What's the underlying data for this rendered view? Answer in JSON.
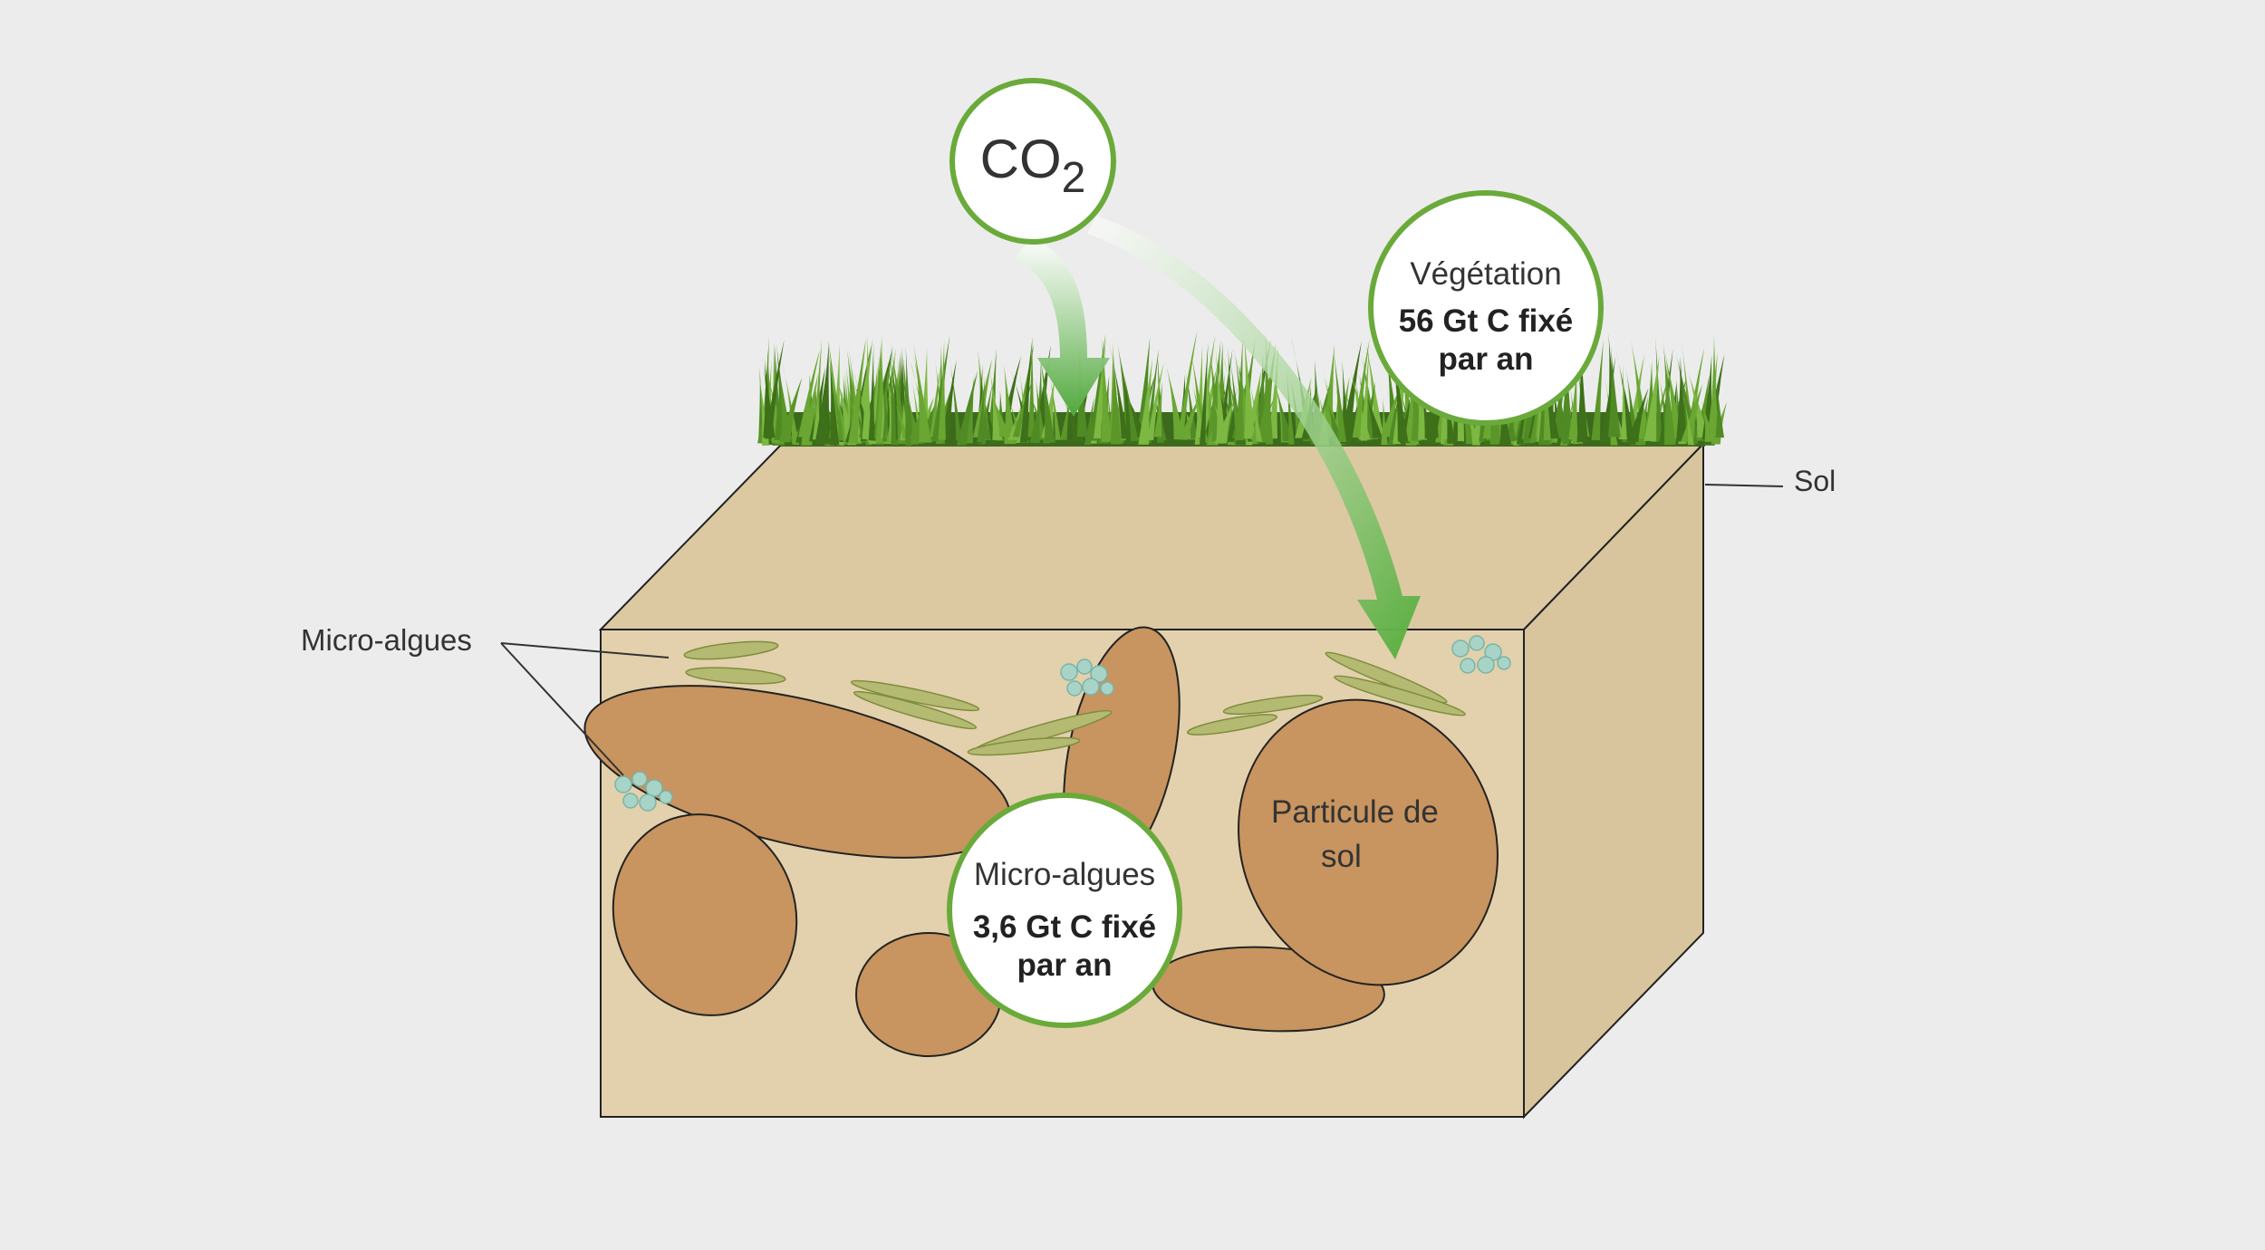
{
  "co2": {
    "main": "CO",
    "sub": "2"
  },
  "vegetation": {
    "title": "Végétation",
    "line1": "56 Gt C fixé",
    "line2": "par an"
  },
  "microalgae_callout": {
    "title": "Micro-algues",
    "line1": "3,6 Gt C fixé",
    "line2": "par an"
  },
  "labels": {
    "sol": "Sol",
    "micro_algues": "Micro-algues",
    "particle_line1": "Particule de",
    "particle_line2": "sol"
  },
  "colors": {
    "background": "#ececec",
    "soil": "#e2d1ac",
    "soil_top": "#dcc9a2",
    "soil_side": "#d8c59e",
    "particle": "#c8945f",
    "accent_green": "#6aaa3a",
    "grass": "#5b8f2a",
    "algae": "#a8b06a",
    "algae_cells": "#a8d4c8"
  },
  "icons": [
    "grass-strip",
    "co2-arrow",
    "algae-strands",
    "algae-cell-cluster"
  ]
}
